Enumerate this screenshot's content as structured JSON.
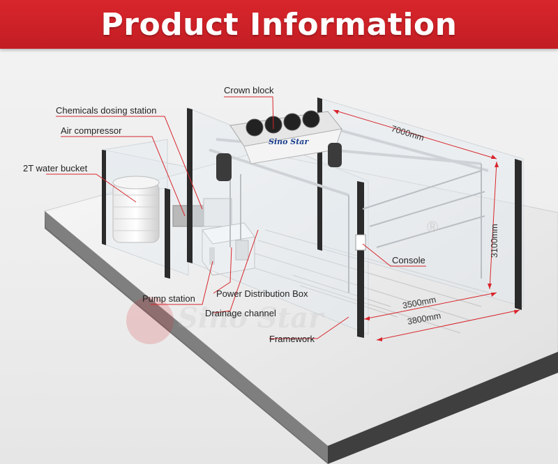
{
  "header": {
    "title": "Product Information"
  },
  "brand": {
    "logo_text": "Sino Star",
    "watermark_text": "Sino Star",
    "registered_mark": "®"
  },
  "labels": {
    "crown_block": "Crown block",
    "chemicals_dosing_station": "Chemicals dosing station",
    "air_compressor": "Air compressor",
    "water_bucket": "2T water bucket",
    "console": "Console",
    "pump_station": "Pump station",
    "power_distribution_box": "Power Distribution Box",
    "drainage_channel": "Drainage channel",
    "framework": "Framework"
  },
  "dimensions": {
    "length": "7000mm",
    "height": "3100mm",
    "inner_width": "3500mm",
    "outer_width": "3800mm"
  },
  "colors": {
    "accent": "#d8262c",
    "banner": "#c91f25",
    "text": "#222222"
  }
}
